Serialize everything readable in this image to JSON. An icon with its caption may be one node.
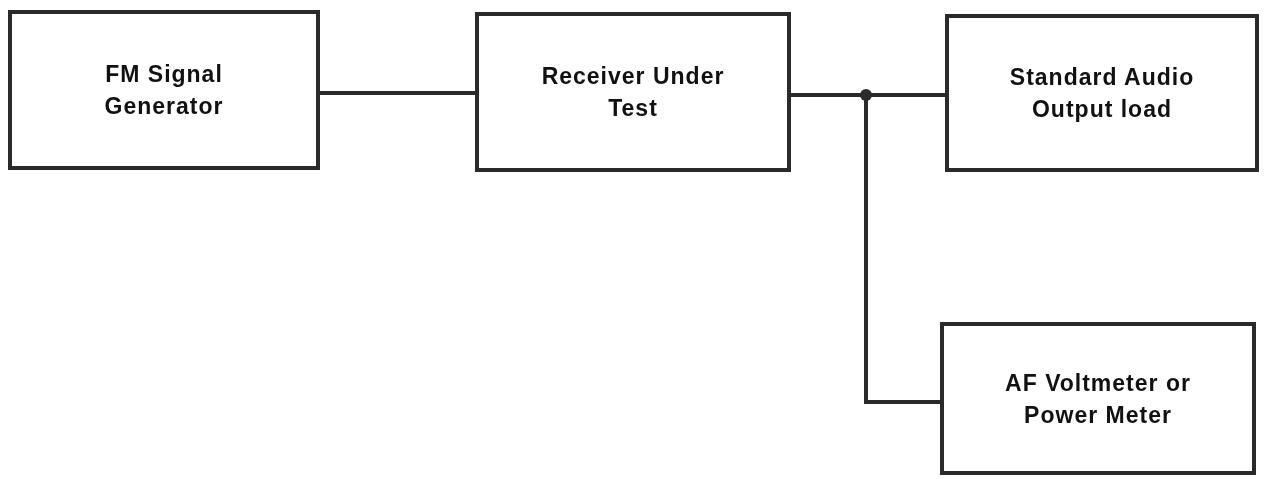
{
  "diagram": {
    "nodes": [
      {
        "text": [
          "FM Signal Generator"
        ]
      },
      {
        "text": [
          "Receiver Under Test"
        ]
      },
      {
        "text": [
          "Standard Audio Output load"
        ]
      },
      {
        "text": [
          "AF Voltmeter or Power Meter"
        ]
      }
    ],
    "edges": [
      {
        "from": 0,
        "to": 1,
        "arrow": "none"
      },
      {
        "from": 1,
        "to": 2,
        "arrow": "none"
      },
      {
        "from": 1,
        "to": 3,
        "arrow": "none"
      }
    ]
  }
}
